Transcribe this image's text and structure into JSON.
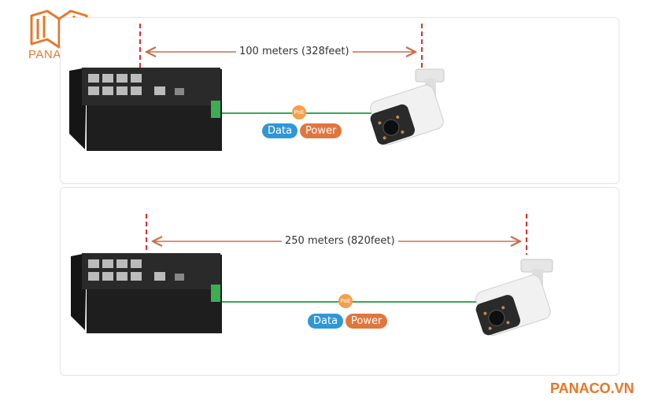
{
  "brand": {
    "logo_text": "PANACO",
    "footer_text": "PANACO.VN"
  },
  "scenarios": [
    {
      "distance_label": "100 meters (328feet)",
      "poe_label": "PoE",
      "data_label": "Data",
      "power_label": "Power"
    },
    {
      "distance_label": "250 meters (820feet)",
      "poe_label": "PoE",
      "data_label": "Data",
      "power_label": "Power"
    }
  ],
  "colors": {
    "brand_orange": "#e8782a",
    "dashed_red": "#d9302f",
    "arrow": "#c9704a",
    "cable_green": "#3aa655",
    "data_blue": "#2f97d8",
    "power_orange": "#e0763e"
  }
}
